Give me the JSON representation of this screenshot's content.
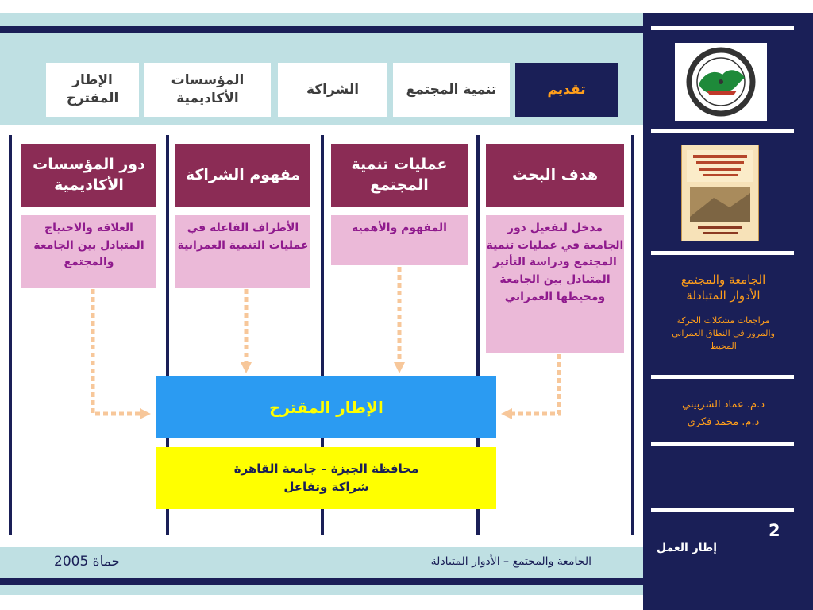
{
  "nav_tabs": [
    {
      "label": "الإطار المقترح"
    },
    {
      "label": "المؤسسات الأكاديمية"
    },
    {
      "label": "الشراكة"
    },
    {
      "label": "تنمية المجتمع"
    },
    {
      "label": "تقديم",
      "active": true
    }
  ],
  "columns": [
    {
      "title": "دور المؤسسات الأكاديمية",
      "detail": "العلاقة والاحتياج المتبادل بين الجامعة والمجتمع"
    },
    {
      "title": "مفهوم الشراكة",
      "detail": "الأطراف الفاعلة في عمليات التنمية العمرانية"
    },
    {
      "title": "عمليات تنمية المجتمع",
      "detail": "المفهوم والأهمية"
    },
    {
      "title": "هدف البحث",
      "detail": "مدخل لتفعيل دور الجامعة في عمليات تنمية المجتمع ودراسة التأثير المتبادل بين الجامعة ومحيطها العمراني"
    }
  ],
  "proposed": {
    "label": "الإطار المقترح"
  },
  "partnership": {
    "line1": "محافظة الجيزة – جامعة القاهرة",
    "line2": "شراكة وتفاعل"
  },
  "footer": {
    "left": "حماة 2005",
    "right": "الجامعة والمجتمع – الأدوار المتبادلة"
  },
  "sidebar": {
    "title1": "الجامعة والمجتمع",
    "title2": "الأدوار المتبادلة",
    "sub1": "مراجعات مشكلات الحركة",
    "sub2": "والمرور في النطاق العمراني",
    "sub3": "المحيط",
    "author1": "د.م. عماد الشربيني",
    "author2": "د.م. محمد فكري",
    "page_number": "2",
    "section": "إطار العمل"
  },
  "colors": {
    "navy": "#1a1f57",
    "maroon": "#8b2c55",
    "pink": "#ebb9d8",
    "blue": "#2b9bf2",
    "yellow": "#ffff00",
    "light_teal": "#bfe0e3",
    "orange": "#ff9e1b",
    "dashed_arrow": "#f7c79a"
  },
  "icons": {
    "logo": "arab-institute-logo-icon",
    "poster": "conference-poster-icon"
  }
}
